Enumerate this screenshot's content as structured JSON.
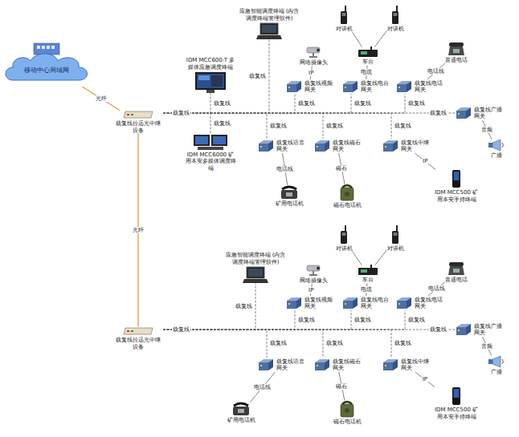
{
  "diagram": {
    "nodes": [
      {
        "text": [
          "移动中心局域网"
        ]
      },
      {
        "text": [
          "载复线拉远光中继设备"
        ]
      },
      {
        "text": [
          "载复线拉远光中继设备"
        ]
      },
      {
        "text": [
          "应急智能调度终端 (内含调度终端管理软件)"
        ]
      },
      {
        "text": [
          "IDM MCC600-T 多媒体应急调度终端"
        ]
      },
      {
        "text": [
          "IDM MCC6000 矿用本安多媒体调度终端"
        ]
      },
      {
        "text": [
          "载复线视频网关"
        ]
      },
      {
        "text": [
          "网络摄像头"
        ]
      },
      {
        "text": [
          "对讲机"
        ]
      },
      {
        "text": [
          "对讲机"
        ]
      },
      {
        "text": [
          "车台"
        ]
      },
      {
        "text": [
          "载复线电台网关"
        ]
      },
      {
        "text": [
          "普通电话"
        ]
      },
      {
        "text": [
          "载复线电话网关"
        ]
      },
      {
        "text": [
          "载复线广播网关"
        ]
      },
      {
        "text": [
          "广播"
        ]
      },
      {
        "text": [
          "载复线语音网关"
        ]
      },
      {
        "text": [
          "矿用电话机"
        ]
      },
      {
        "text": [
          "载复线磁石网关"
        ]
      },
      {
        "text": [
          "磁石电话机"
        ]
      },
      {
        "text": [
          "载复线中继网关"
        ]
      },
      {
        "text": [
          "IDM MCC500 矿用本安手持终端"
        ]
      },
      {
        "text": [
          "应急智能调度终端 (内含调度终端管理软件)"
        ]
      },
      {
        "text": [
          "载复线视频网关"
        ]
      },
      {
        "text": [
          "网络摄像头"
        ]
      },
      {
        "text": [
          "对讲机"
        ]
      },
      {
        "text": [
          "对讲机"
        ]
      },
      {
        "text": [
          "车台"
        ]
      },
      {
        "text": [
          "载复线电台网关"
        ]
      },
      {
        "text": [
          "普通电话"
        ]
      },
      {
        "text": [
          "载复线电话网关"
        ]
      },
      {
        "text": [
          "载复线广播网关"
        ]
      },
      {
        "text": [
          "广播"
        ]
      },
      {
        "text": [
          "载复线语音网关"
        ]
      },
      {
        "text": [
          "矿用电话机"
        ]
      },
      {
        "text": [
          "载复线磁石网关"
        ]
      },
      {
        "text": [
          "磁石电话机"
        ]
      },
      {
        "text": [
          "载复线中继网关"
        ]
      },
      {
        "text": [
          "IDM MCC500 矿用本安手持终端"
        ]
      }
    ],
    "edges": [
      {
        "from": 0,
        "to": 1,
        "label": "光纤",
        "arrow": "none"
      },
      {
        "from": 1,
        "to": 2,
        "label": "光纤",
        "arrow": "none"
      },
      {
        "from": 1,
        "to": 3,
        "label": "载复线",
        "arrow": "none"
      },
      {
        "from": 1,
        "to": 4,
        "label": "载复线",
        "arrow": "none"
      },
      {
        "from": 1,
        "to": 5,
        "label": "载复线",
        "arrow": "none"
      },
      {
        "from": 1,
        "to": 6,
        "label": "载复线",
        "arrow": "none"
      },
      {
        "from": 1,
        "to": 11,
        "label": "载复线",
        "arrow": "none"
      },
      {
        "from": 1,
        "to": 13,
        "label": "载复线",
        "arrow": "none"
      },
      {
        "from": 1,
        "to": 14,
        "arrow": "none"
      },
      {
        "from": 1,
        "to": 16,
        "label": "载复线",
        "arrow": "none"
      },
      {
        "from": 1,
        "to": 18,
        "label": "载复线",
        "arrow": "none"
      },
      {
        "from": 1,
        "to": 20,
        "label": "载复线",
        "arrow": "none"
      },
      {
        "from": 6,
        "to": 7,
        "label": "IP",
        "arrow": "none"
      },
      {
        "from": 11,
        "to": 10,
        "label": "电缆",
        "arrow": "none"
      },
      {
        "from": 10,
        "to": 8,
        "arrow": "none"
      },
      {
        "from": 10,
        "to": 9,
        "arrow": "none"
      },
      {
        "from": 13,
        "to": 12,
        "label": "电话线",
        "arrow": "none"
      },
      {
        "from": 14,
        "to": 15,
        "label": "音频",
        "arrow": "none"
      },
      {
        "from": 16,
        "to": 17,
        "label": "电话线",
        "arrow": "none"
      },
      {
        "from": 18,
        "to": 19,
        "label": "磁石",
        "arrow": "none"
      },
      {
        "from": 20,
        "to": 21,
        "label": "IP",
        "arrow": "none"
      },
      {
        "from": 2,
        "to": 22,
        "label": "载复线",
        "arrow": "none"
      },
      {
        "from": 2,
        "to": 23,
        "label": "载复线",
        "arrow": "none"
      },
      {
        "from": 2,
        "to": 28,
        "label": "载复线",
        "arrow": "none"
      },
      {
        "from": 2,
        "to": 30,
        "label": "载复线",
        "arrow": "none"
      },
      {
        "from": 2,
        "to": 31,
        "arrow": "none"
      },
      {
        "from": 2,
        "to": 33,
        "label": "载复线",
        "arrow": "none"
      },
      {
        "from": 2,
        "to": 35,
        "label": "载复线",
        "arrow": "none"
      },
      {
        "from": 2,
        "to": 37,
        "label": "载复线",
        "arrow": "none"
      },
      {
        "from": 23,
        "to": 24,
        "label": "IP",
        "arrow": "none"
      },
      {
        "from": 28,
        "to": 27,
        "label": "电缆",
        "arrow": "none"
      },
      {
        "from": 27,
        "to": 25,
        "arrow": "none"
      },
      {
        "from": 27,
        "to": 26,
        "arrow": "none"
      },
      {
        "from": 30,
        "to": 29,
        "label": "电话线",
        "arrow": "none"
      },
      {
        "from": 31,
        "to": 32,
        "label": "音频",
        "arrow": "none"
      },
      {
        "from": 33,
        "to": 34,
        "label": "电话线",
        "arrow": "none"
      },
      {
        "from": 35,
        "to": 36,
        "label": "磁石",
        "arrow": "none"
      },
      {
        "from": 37,
        "to": 38,
        "label": "IP",
        "arrow": "none"
      }
    ],
    "labels": [
      "载复线",
      "载复线",
      "载复线",
      "载复线"
    ]
  }
}
